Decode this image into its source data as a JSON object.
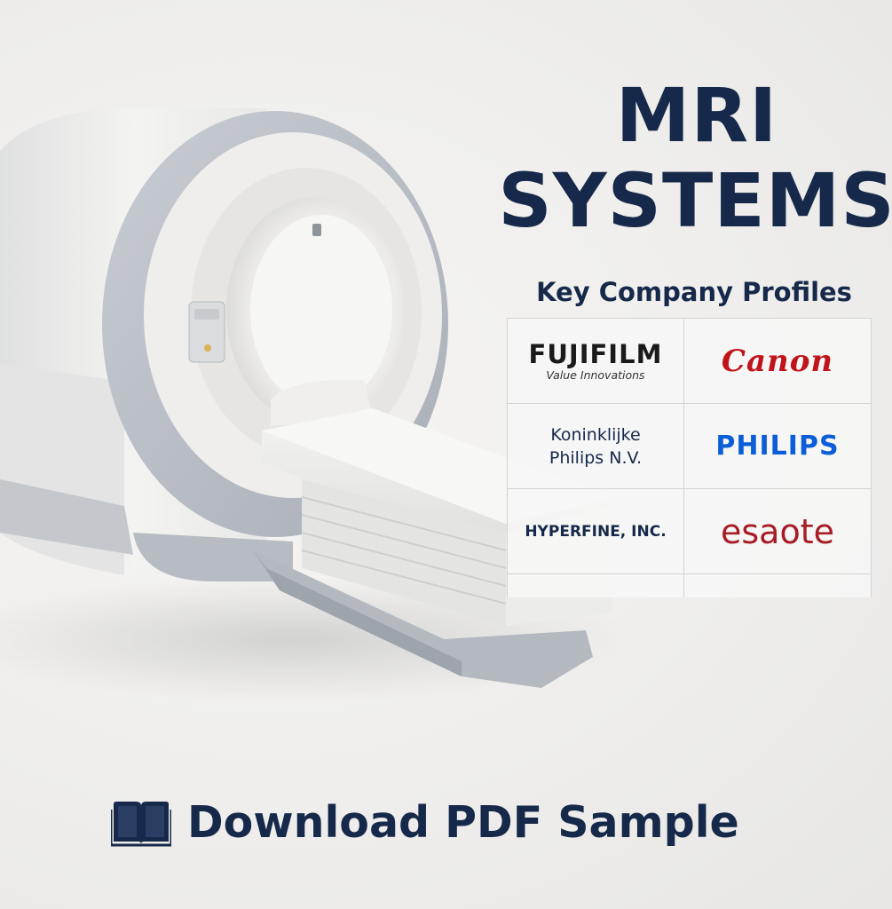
{
  "title": {
    "line1": "MRI",
    "line2": "SYSTEMS"
  },
  "subtitle": "Key Company Profiles",
  "companies": [
    {
      "name": "FUJIFILM",
      "tagline": "Value Innovations"
    },
    {
      "name": "Canon"
    },
    {
      "name_line1": "Koninklijke",
      "name_line2": "Philips N.V."
    },
    {
      "name": "PHILIPS"
    },
    {
      "name": "HYPERFINE, INC."
    },
    {
      "name": "esaote"
    }
  ],
  "download": {
    "label": "Download PDF Sample",
    "icon": "book-icon"
  },
  "colors": {
    "navy": "#16294a",
    "canon_red": "#c0141b",
    "philips_blue": "#0b5ed7",
    "esaote_red": "#a81c26"
  }
}
